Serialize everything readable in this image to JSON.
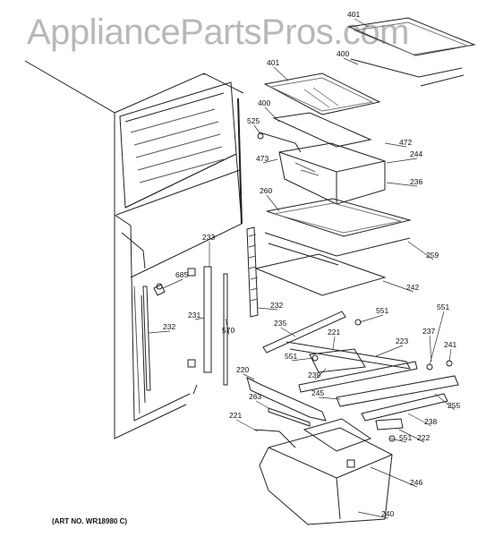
{
  "watermark": "AppliancePartsPros.com",
  "art_number": "(ART NO. WR18980 C)",
  "part_numbers": [
    "401",
    "400",
    "401",
    "400",
    "525",
    "472",
    "473",
    "244",
    "236",
    "260",
    "259",
    "242",
    "233",
    "685",
    "231",
    "570",
    "232",
    "232",
    "551",
    "235",
    "221",
    "223",
    "237",
    "551",
    "241",
    "551",
    "239",
    "220",
    "263",
    "245",
    "255",
    "238",
    "222",
    "551",
    "221",
    "246",
    "240"
  ]
}
